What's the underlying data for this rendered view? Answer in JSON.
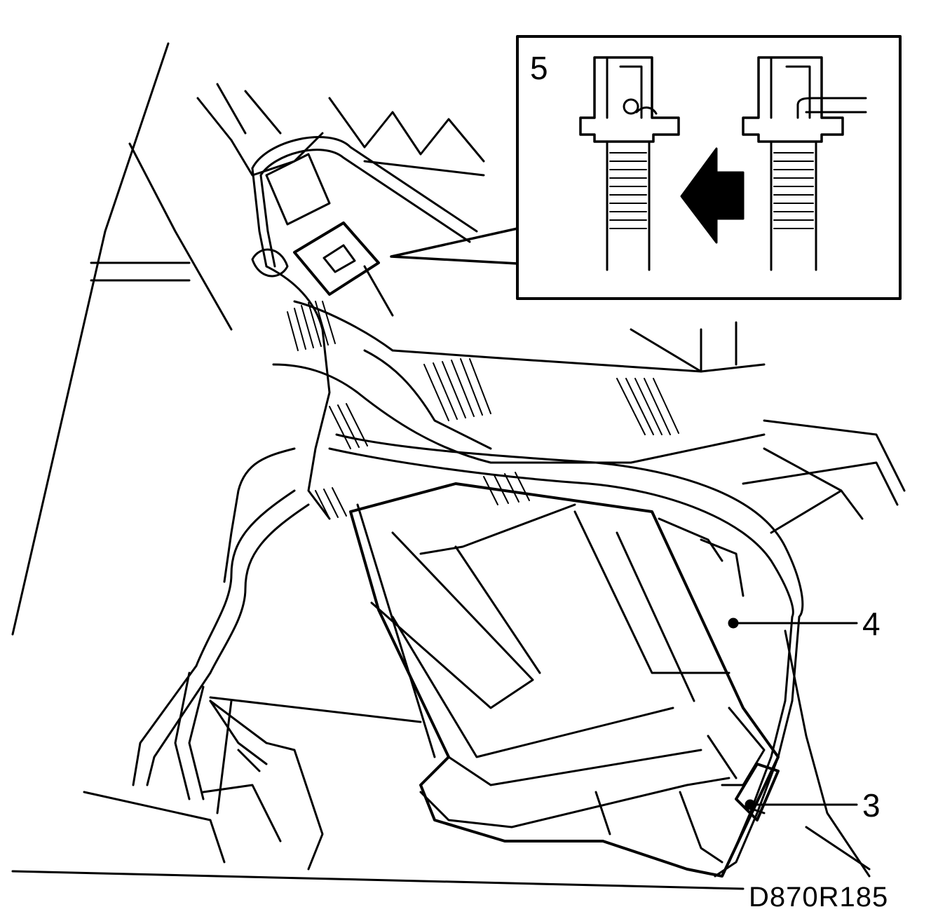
{
  "labels": {
    "inset": "5",
    "part4": "4",
    "part3": "3",
    "figure_code": "D870R185"
  },
  "colors": {
    "ink": "#000000",
    "paper": "#ffffff"
  }
}
